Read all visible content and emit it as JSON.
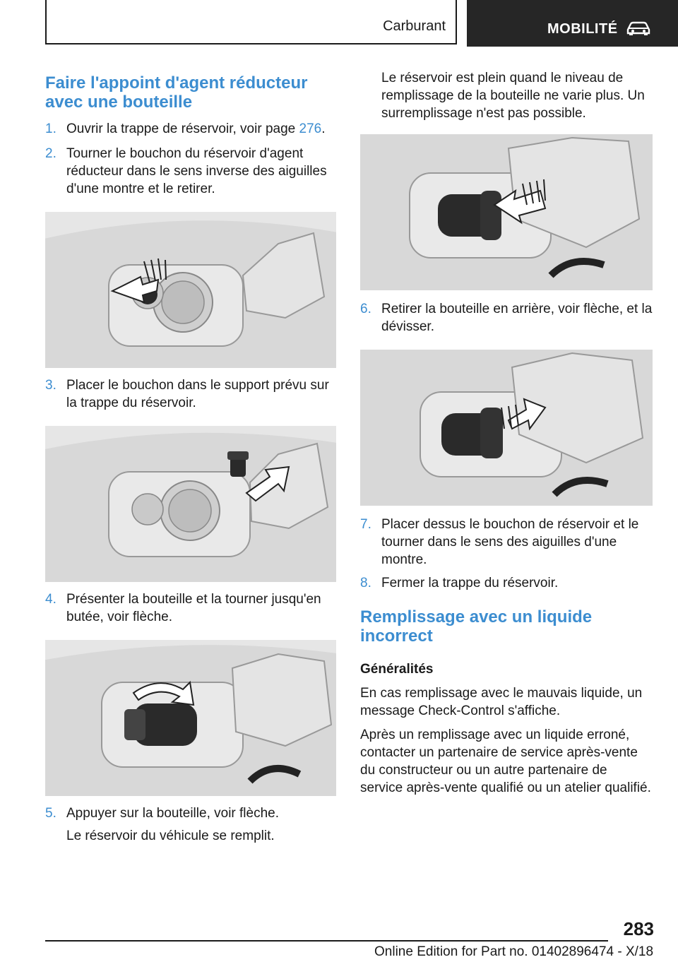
{
  "header": {
    "section": "Carburant",
    "chapter": "MOBILITÉ",
    "chapter_icon": "car-icon"
  },
  "left": {
    "heading": "Faire l'appoint d'agent réducteur avec une bouteille",
    "steps": [
      {
        "num": "1.",
        "text_before": "Ouvrir la trappe de réservoir, voir page ",
        "link": "276",
        "text_after": "."
      },
      {
        "num": "2.",
        "text": "Tourner le bouchon du réservoir d'agent réducteur dans le sens inverse des aiguilles d'une montre et le retirer."
      },
      {
        "num": "3.",
        "text": "Placer le bouchon dans le support prévu sur la trappe du réservoir."
      },
      {
        "num": "4.",
        "text": "Présenter la bouteille et la tourner jusqu'en butée, voir flèche."
      },
      {
        "num": "5.",
        "text": "Appuyer sur la bouteille, voir flèche."
      }
    ],
    "step5_followup": "Le réservoir du véhicule se remplit."
  },
  "right": {
    "intro": "Le réservoir est plein quand le niveau de remplissage de la bouteille ne varie plus. Un surremplissage n'est pas possible.",
    "steps": [
      {
        "num": "6.",
        "text": "Retirer la bouteille en arrière, voir flèche, et la dévisser."
      },
      {
        "num": "7.",
        "text": "Placer dessus le bouchon de réservoir et le tourner dans le sens des aiguilles d'une montre."
      },
      {
        "num": "8.",
        "text": "Fermer la trappe du réservoir."
      }
    ],
    "heading": "Remplissage avec un liquide incorrect",
    "subheading": "Généralités",
    "para1": "En cas remplissage avec le mauvais liquide, un message Check-Control s'affiche.",
    "para2": "Après un remplissage avec un liquide erroné, contacter un partenaire de service après-vente du constructeur ou un autre partenaire de service après-vente qualifié ou un atelier qualifié."
  },
  "page_number": "283",
  "footer": "Online Edition for Part no. 01402896474 - X/18"
}
